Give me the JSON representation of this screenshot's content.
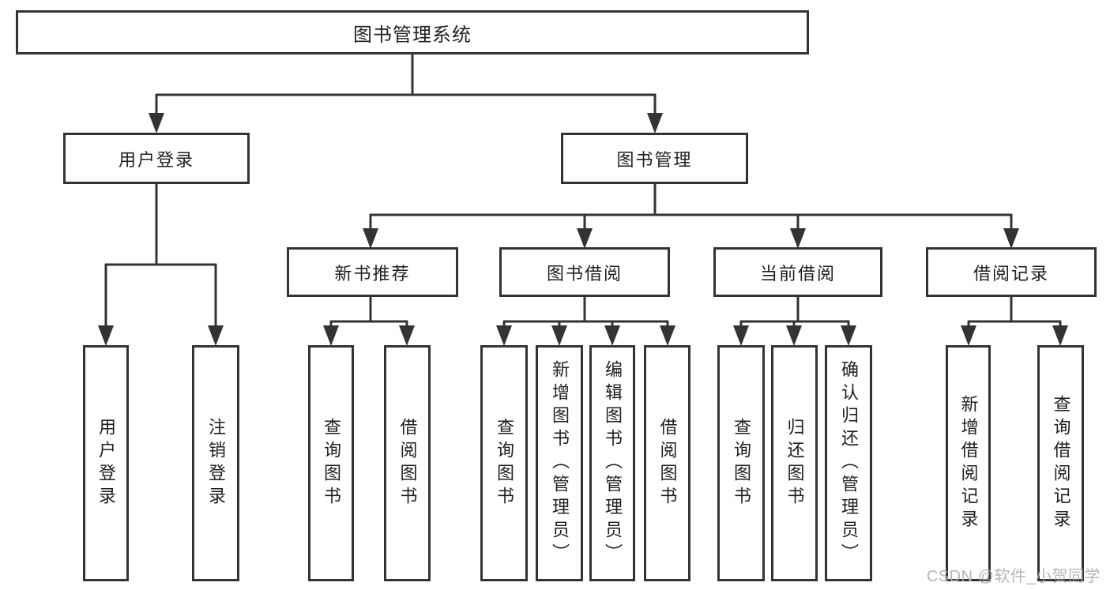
{
  "diagram": {
    "root": "图书管理系统",
    "login": {
      "label": "用户登录",
      "children": [
        "用户登录",
        "注销登录"
      ]
    },
    "mgmt": {
      "label": "图书管理",
      "groups": [
        {
          "label": "新书推荐",
          "children": [
            "查询图书",
            "借阅图书"
          ]
        },
        {
          "label": "图书借阅",
          "children": [
            "查询图书",
            "新增图书（管理员）",
            "编辑图书（管理员）",
            "借阅图书"
          ]
        },
        {
          "label": "当前借阅",
          "children": [
            "查询图书",
            "归还图书",
            "确认归还（管理员）"
          ]
        },
        {
          "label": "借阅记录",
          "children": [
            "新增借阅记录",
            "查询借阅记录"
          ]
        }
      ]
    }
  },
  "watermark": "CSDN @软件_小贺同学",
  "colors": {
    "line": "#333333",
    "text": "#1f1f1f",
    "watermark": "#b0b0b0",
    "background": "#ffffff"
  }
}
